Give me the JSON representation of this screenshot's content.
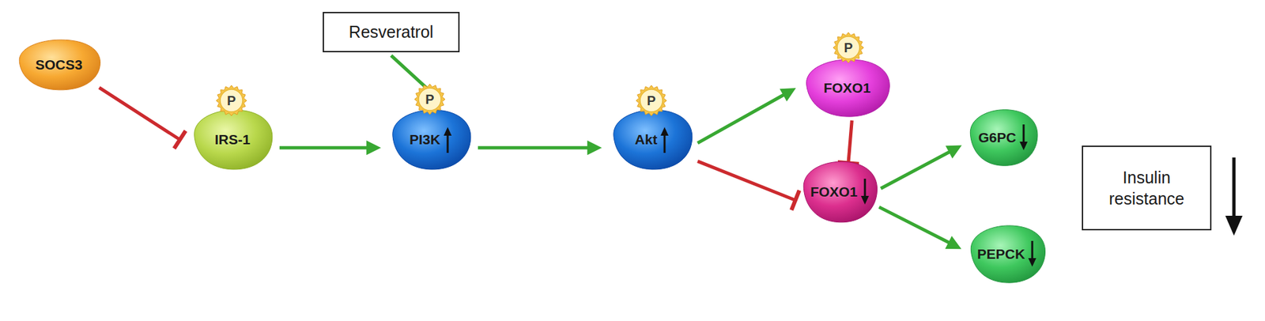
{
  "diagram": {
    "nodes": [
      {
        "text": [
          "SOCS3"
        ]
      },
      {
        "text": [
          "Resveratrol"
        ]
      },
      {
        "text": [
          "IRS-1"
        ]
      },
      {
        "text": [
          "PI3K"
        ]
      },
      {
        "text": [
          "Akt"
        ]
      },
      {
        "text": [
          "FOXO1"
        ]
      },
      {
        "text": [
          "FOXO1"
        ]
      },
      {
        "text": [
          "G6PC"
        ]
      },
      {
        "text": [
          "PEPCK"
        ]
      },
      {
        "text": [
          "Insulin resistance"
        ]
      }
    ],
    "edges": [
      {
        "from": 0,
        "to": 2,
        "arrow": "to"
      },
      {
        "from": 1,
        "to": 3,
        "arrow": "to"
      },
      {
        "from": 2,
        "to": 3,
        "arrow": "to"
      },
      {
        "from": 3,
        "to": 4,
        "arrow": "to"
      },
      {
        "from": 4,
        "to": 5,
        "arrow": "to"
      },
      {
        "from": 4,
        "to": 6,
        "arrow": "to"
      },
      {
        "from": 5,
        "to": 6,
        "arrow": "to"
      },
      {
        "from": 6,
        "to": 7,
        "arrow": "to"
      },
      {
        "from": 6,
        "to": 8,
        "arrow": "to"
      }
    ],
    "labels": [
      "P",
      "P",
      "P",
      "P"
    ]
  }
}
